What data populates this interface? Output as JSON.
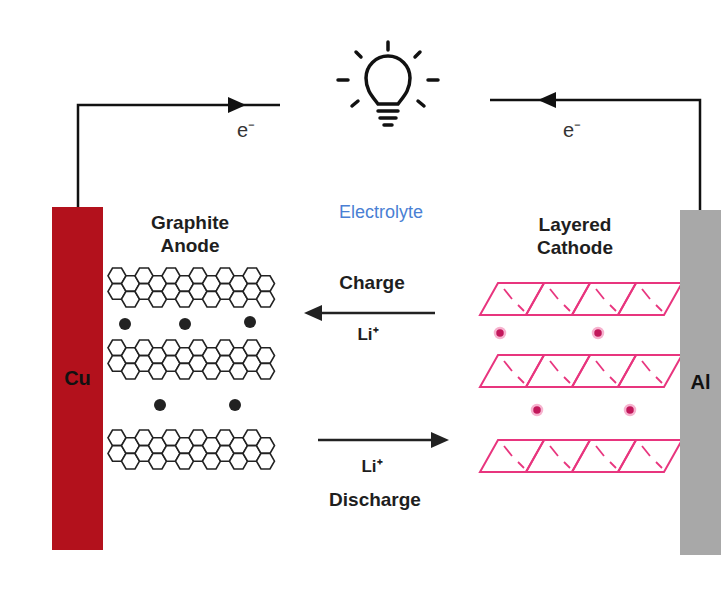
{
  "diagram": {
    "nodes": [
      {
        "text": [
          "Cu"
        ]
      },
      {
        "text": [
          "Al"
        ]
      }
    ],
    "labels": [
      "e⁻",
      "e⁻",
      "Graphite Anode",
      "Electrolyte",
      "Layered Cathode",
      "Charge",
      "Li⁺",
      "Li⁺",
      "Discharge"
    ]
  }
}
